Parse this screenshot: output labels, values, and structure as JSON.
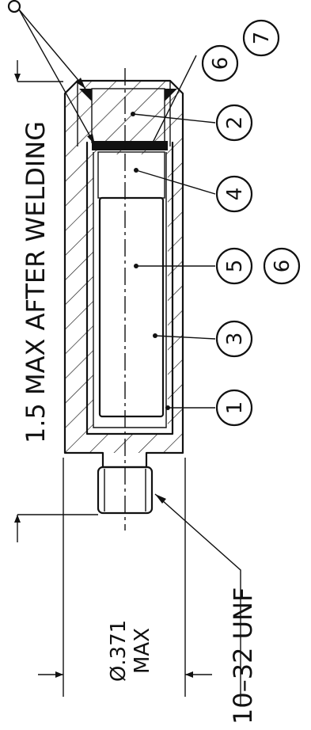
{
  "notes": {
    "weld_note": "1.5 MAX AFTER WELDING",
    "thread_note": "10–32 UNF",
    "diameter_value": "Ø.371",
    "diameter_qualifier": "MAX"
  },
  "balloons": {
    "b1": "1",
    "b2": "2",
    "b3": "3",
    "b4": "4",
    "b5": "5",
    "b6a": "6",
    "b6b": "6",
    "b7": "7"
  },
  "colors": {
    "ink": "#111111",
    "paper": "#ffffff"
  }
}
